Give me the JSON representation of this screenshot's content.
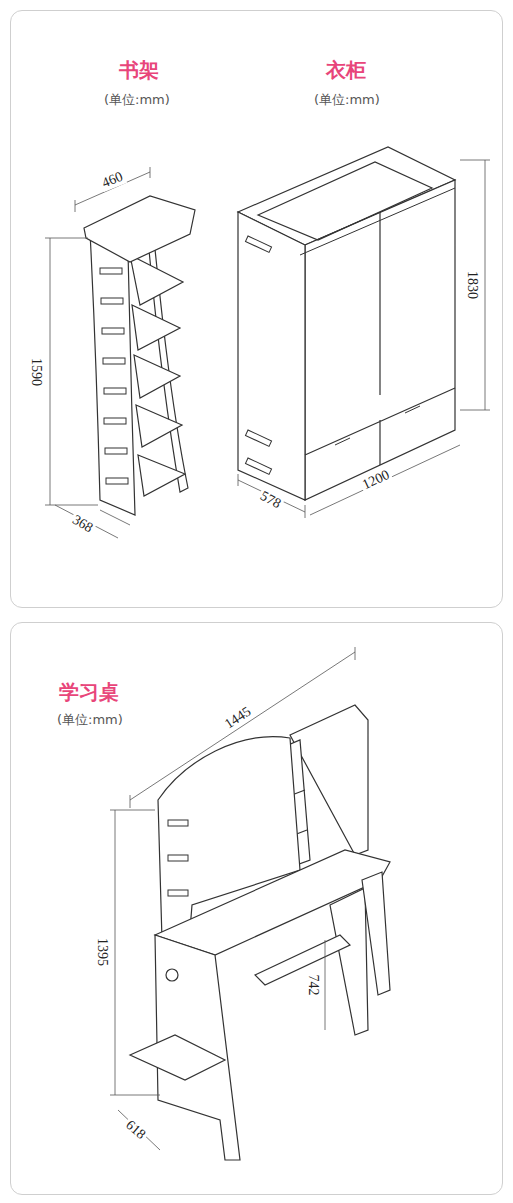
{
  "diagram": {
    "nodes": [
      {
        "text": [
          "书架",
          "(单位:mm)",
          "衣柜",
          "(单位:mm)"
        ]
      },
      {
        "text": [
          "学习桌",
          "(单位:mm)"
        ]
      }
    ],
    "labels": [
      "460",
      "1590",
      "368",
      "1830",
      "1200",
      "578",
      "1445",
      "1395",
      "742",
      "618"
    ]
  }
}
